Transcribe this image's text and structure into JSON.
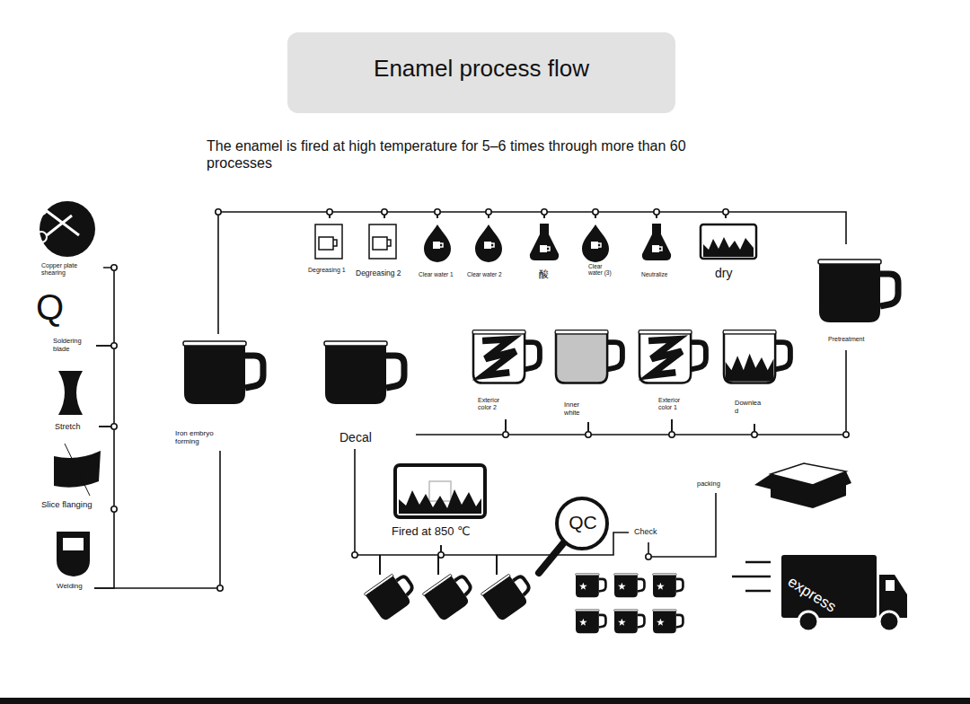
{
  "diagram": {
    "title": "Enamel process flow",
    "nodes": [
      {
        "text": [
          "Copper plate shearing"
        ]
      },
      {
        "text": [
          "Soldering blade"
        ]
      },
      {
        "text": [
          "Stretch"
        ]
      },
      {
        "text": [
          "Slice flanging"
        ]
      },
      {
        "text": [
          "Welding"
        ]
      },
      {
        "text": [
          "Iron embryo forming"
        ]
      },
      {
        "text": [
          "Degreasing 1"
        ]
      },
      {
        "text": [
          "Degreasing 2"
        ]
      },
      {
        "text": [
          "Clear water 1"
        ]
      },
      {
        "text": [
          "Clear water 2"
        ]
      },
      {
        "text": [
          "酸"
        ]
      },
      {
        "text": [
          "Clear water (3)"
        ]
      },
      {
        "text": [
          "Neutralize"
        ]
      },
      {
        "text": [
          "dry"
        ]
      },
      {
        "text": [
          "Pretreatment"
        ]
      },
      {
        "text": [
          "Downlea d"
        ]
      },
      {
        "text": [
          "Exterior color 1"
        ]
      },
      {
        "text": [
          "Inner white"
        ]
      },
      {
        "text": [
          "Exterior color 2"
        ]
      },
      {
        "text": [
          "Decal"
        ]
      },
      {
        "text": [
          "Fired at 850 ℃"
        ]
      },
      {
        "text": [
          "Check"
        ]
      },
      {
        "text": [
          "packing"
        ]
      },
      {
        "text": [
          "express"
        ]
      }
    ],
    "edges": [
      {
        "from": 0,
        "to": 1,
        "arrow": "none"
      },
      {
        "from": 1,
        "to": 2,
        "arrow": "none"
      },
      {
        "from": 2,
        "to": 3,
        "arrow": "none"
      },
      {
        "from": 3,
        "to": 4,
        "arrow": "none"
      },
      {
        "from": 4,
        "to": 5,
        "arrow": "none"
      },
      {
        "from": 5,
        "to": 6,
        "arrow": "none"
      },
      {
        "from": 6,
        "to": 7,
        "arrow": "none"
      },
      {
        "from": 7,
        "to": 8,
        "arrow": "none"
      },
      {
        "from": 8,
        "to": 9,
        "arrow": "none"
      },
      {
        "from": 9,
        "to": 10,
        "arrow": "none"
      },
      {
        "from": 10,
        "to": 11,
        "arrow": "none"
      },
      {
        "from": 11,
        "to": 12,
        "arrow": "none"
      },
      {
        "from": 12,
        "to": 13,
        "arrow": "none"
      },
      {
        "from": 13,
        "to": 14,
        "arrow": "none"
      },
      {
        "from": 14,
        "to": 15,
        "arrow": "none"
      },
      {
        "from": 15,
        "to": 16,
        "arrow": "none"
      },
      {
        "from": 16,
        "to": 17,
        "arrow": "none"
      },
      {
        "from": 17,
        "to": 18,
        "arrow": "none"
      },
      {
        "from": 18,
        "to": 19,
        "arrow": "none"
      },
      {
        "from": 19,
        "to": 20,
        "arrow": "none"
      },
      {
        "from": 20,
        "to": 21,
        "arrow": "none"
      },
      {
        "from": 21,
        "to": 22,
        "arrow": "none"
      }
    ],
    "labels": [
      "The enamel is fired at high temperature for 5–6 times through more than 60 processes",
      "Q",
      "QC"
    ]
  }
}
